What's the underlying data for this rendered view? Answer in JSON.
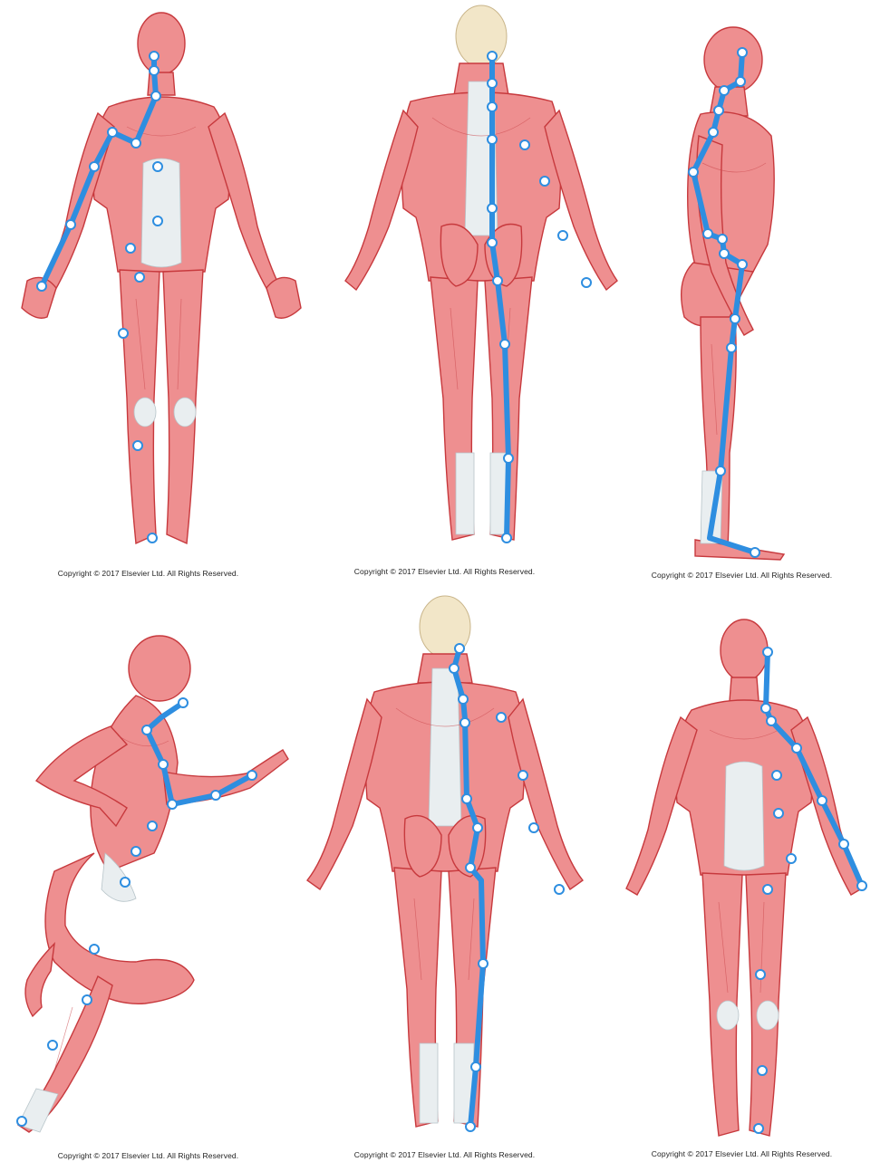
{
  "copyright": "Copyright © 2017 Elsevier Ltd. All Rights Reserved.",
  "colors": {
    "muscle": "#ee8f90",
    "outline": "#c7393d",
    "meridian": "#2e8ee0",
    "point": "#ffffff",
    "tendon": "#e9eef0"
  },
  "figures": [
    {
      "view": "anterior",
      "caption": "Copyright © 2017 Elsevier Ltd. All Rights Reserved."
    },
    {
      "view": "posterior",
      "caption": "Copyright © 2017 Elsevier Ltd. All Rights Reserved."
    },
    {
      "view": "lateral",
      "caption": "Copyright © 2017 Elsevier Ltd. All Rights Reserved."
    },
    {
      "view": "running-lateral",
      "caption": "Copyright © 2017 Elsevier Ltd. All Rights Reserved."
    },
    {
      "view": "posterior",
      "caption": "Copyright © 2017 Elsevier Ltd. All Rights Reserved."
    },
    {
      "view": "anterior",
      "caption": "Copyright © 2017 Elsevier Ltd. All Rights Reserved."
    }
  ]
}
